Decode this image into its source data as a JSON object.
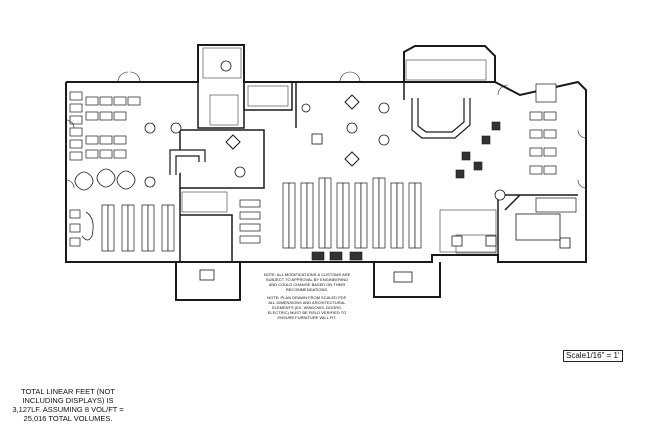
{
  "notes": {
    "modifications": "NOTE: ALL MODIFICATIONS & CUSTOMS ARE\nSUBJECT TO APPROVAL BY ENGINEERING\nAND COULD CHANGE BASED ON THEIR\nRECOMMENDATIONS.",
    "plan": "NOTE: PLAN DRAWN FROM SCALED PDF.\nALL DIMENSIONS AND ARCHITECTURAL\nELEMENTS (EX. WINDOWS, DOORS,\nELECTRIC) MUST BE FIELD VERIFIED TO\nENSURE FURNITURE WILL FIT."
  },
  "scale_label": "Scale1/16\" = 1'",
  "totals_text": "TOTAL LINEAR FEET (NOT\nINCLUDING DISPLAYS) IS\n3,127LF. ASSUMING 8 VOL/FT =\n25,016 TOTAL VOLUMES.",
  "colors": {
    "line": "#1a1a1a",
    "fill_dark": "#333333",
    "fill_light": "#dddddd"
  }
}
